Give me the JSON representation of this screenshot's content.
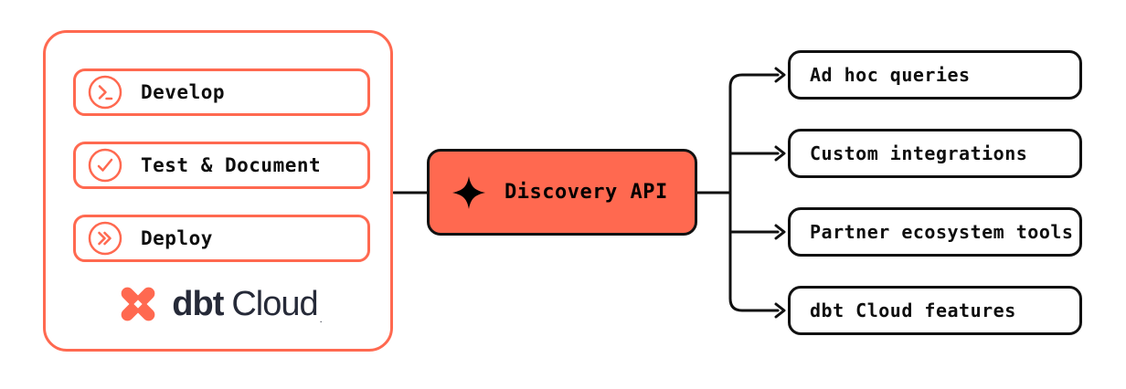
{
  "colors": {
    "accent_orange": "#FF6950",
    "navy": "#262A38",
    "line_black": "#111111",
    "background": "#FFFFFF"
  },
  "left_panel": {
    "items": [
      {
        "label": "Develop",
        "icon": "terminal-prompt-icon"
      },
      {
        "label": "Test & Document",
        "icon": "check-circle-icon"
      },
      {
        "label": "Deploy",
        "icon": "double-chevron-icon"
      }
    ],
    "logo": {
      "brand_bold": "dbt",
      "brand_regular": "Cloud",
      "trademark": "."
    }
  },
  "center_node": {
    "label": "Discovery API",
    "icon": "sparkle-icon"
  },
  "right_panel": {
    "items": [
      {
        "label": "Ad hoc queries"
      },
      {
        "label": "Custom integrations"
      },
      {
        "label": "Partner ecosystem tools"
      },
      {
        "label": "dbt Cloud features"
      }
    ]
  }
}
